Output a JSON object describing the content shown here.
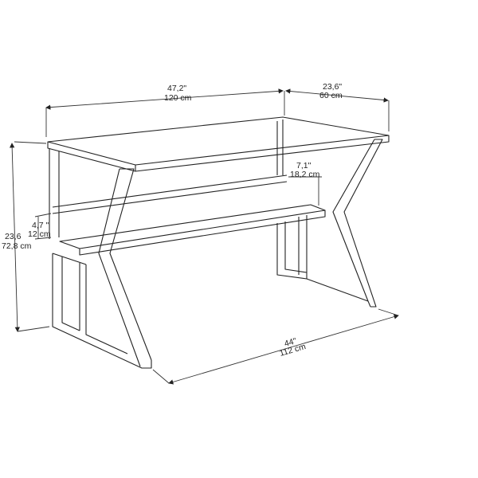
{
  "dimensions": {
    "width": {
      "inch": "47,2\"",
      "cm": "120 cm"
    },
    "depth": {
      "inch": "23,6\"",
      "cm": "60 cm"
    },
    "shelf_gap": {
      "inch": "7,1\"",
      "cm": "18,2 cm"
    },
    "shelf_height": {
      "inch": "4,7 \"",
      "cm": "12 cm"
    },
    "height": {
      "inch": "23,6",
      "cm": "72,8 cm"
    },
    "base_length": {
      "inch": "44\"",
      "cm": "112 cm"
    }
  },
  "colors": {
    "line": "#222222",
    "background": "#ffffff"
  }
}
